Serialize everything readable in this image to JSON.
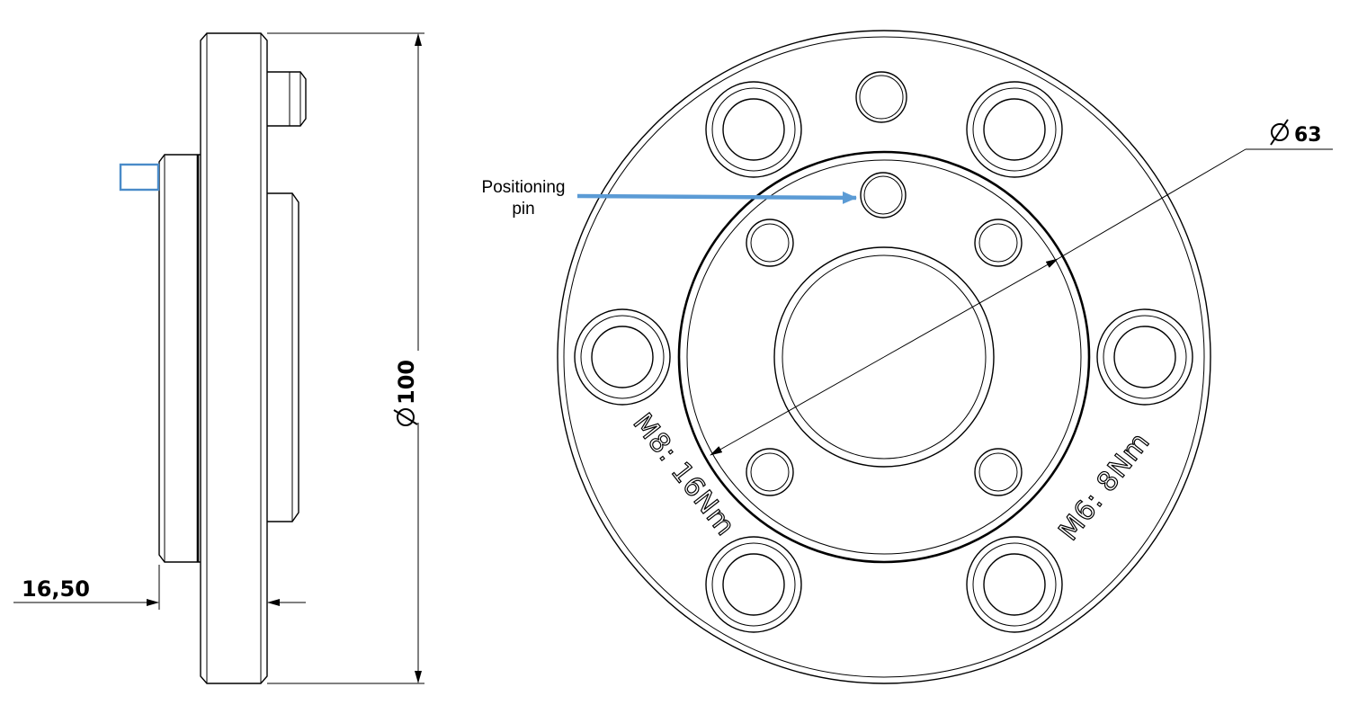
{
  "side_view": {
    "dim_diameter": "100",
    "dim_protrusion": "16,50"
  },
  "front_view": {
    "dim_diameter": "63",
    "engraving_left": "M8: 16Nm",
    "engraving_right": "M6: 8Nm",
    "callout_line1": "Positioning",
    "callout_line2": "pin"
  },
  "colors": {
    "line": "#000000",
    "callout_arrow": "#5b9bd5",
    "highlight_box": "#4a8bc9"
  }
}
